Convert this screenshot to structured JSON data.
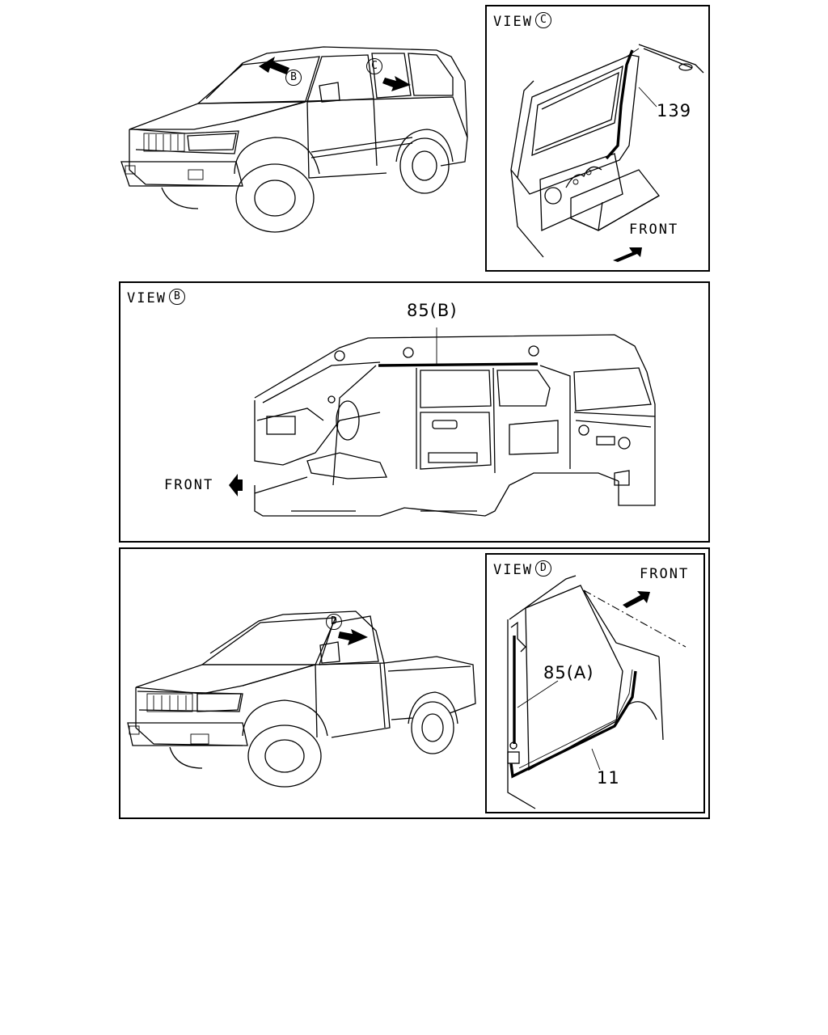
{
  "views": {
    "view_c": {
      "prefix": "VIEW",
      "letter": "C",
      "front": "FRONT",
      "part": "139"
    },
    "view_b": {
      "prefix": "VIEW",
      "letter": "B",
      "front": "FRONT",
      "part": "85(B)"
    },
    "view_d": {
      "prefix": "VIEW",
      "letter": "D",
      "front": "FRONT",
      "part_a": "85(A)",
      "part_b": "11"
    }
  },
  "callouts": {
    "suv_b": "B",
    "suv_c": "C",
    "pickup_d": "D"
  }
}
